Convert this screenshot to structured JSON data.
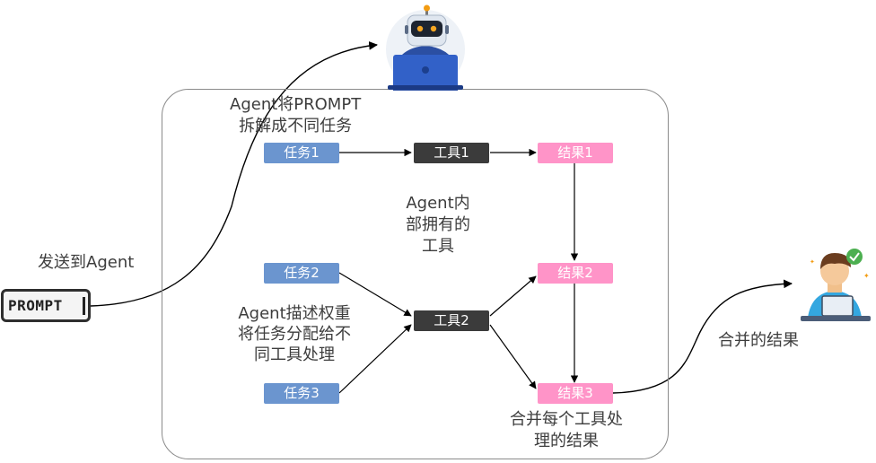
{
  "agent_prompt_text": "Agent将PROMPT\n拆解成不同任务",
  "send_to_agent": "发送到Agent",
  "prompt_label": "PROMPT",
  "agent_tools_text": "Agent内\n部拥有的\n工具",
  "assign_text": "Agent描述权重\n将任务分配给不\n同工具处理",
  "merge_each_text": "合并每个工具处\n理的结果",
  "merged_result": "合并的结果",
  "tasks": [
    "任务1",
    "任务2",
    "任务3"
  ],
  "tools": [
    "工具1",
    "工具2"
  ],
  "results": [
    "结果1",
    "结果2",
    "结果3"
  ],
  "colors": {
    "task": "#6b95cf",
    "tool": "#3b3b3b",
    "result": "#ff94c8"
  },
  "icons": {
    "agent": "robot-with-laptop-icon",
    "user": "person-at-laptop-icon"
  }
}
